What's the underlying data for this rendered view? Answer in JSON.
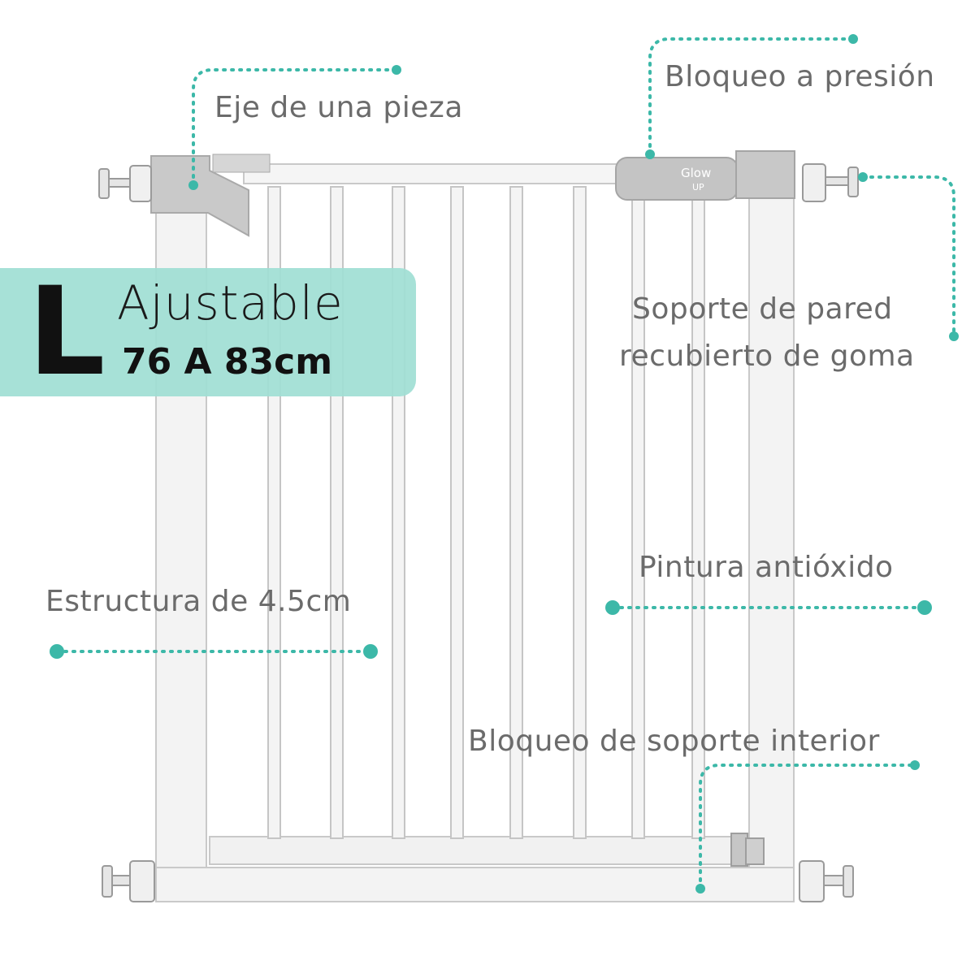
{
  "brand": {
    "logo_text": "Glow UP"
  },
  "badge": {
    "letter": "L",
    "word": "Ajustable",
    "range": "76 A 83cm"
  },
  "callouts": {
    "axis": "Eje de una pieza",
    "press_lock": "Bloqueo a presión",
    "wall_support_line1": "Soporte de pared",
    "wall_support_line2": "recubierto de goma",
    "paint": "Pintura antióxido",
    "structure": "Estructura de 4.5cm",
    "inner_lock": "Bloqueo de soporte interior"
  },
  "colors": {
    "accent": "#3cb8a8",
    "badge_bg": "#a0ded4",
    "label_text": "#6b6b6b",
    "gate_frame": "#f3f3f3",
    "gate_outline": "#c9c9c9",
    "hardware_grey": "#bdbdbd"
  }
}
